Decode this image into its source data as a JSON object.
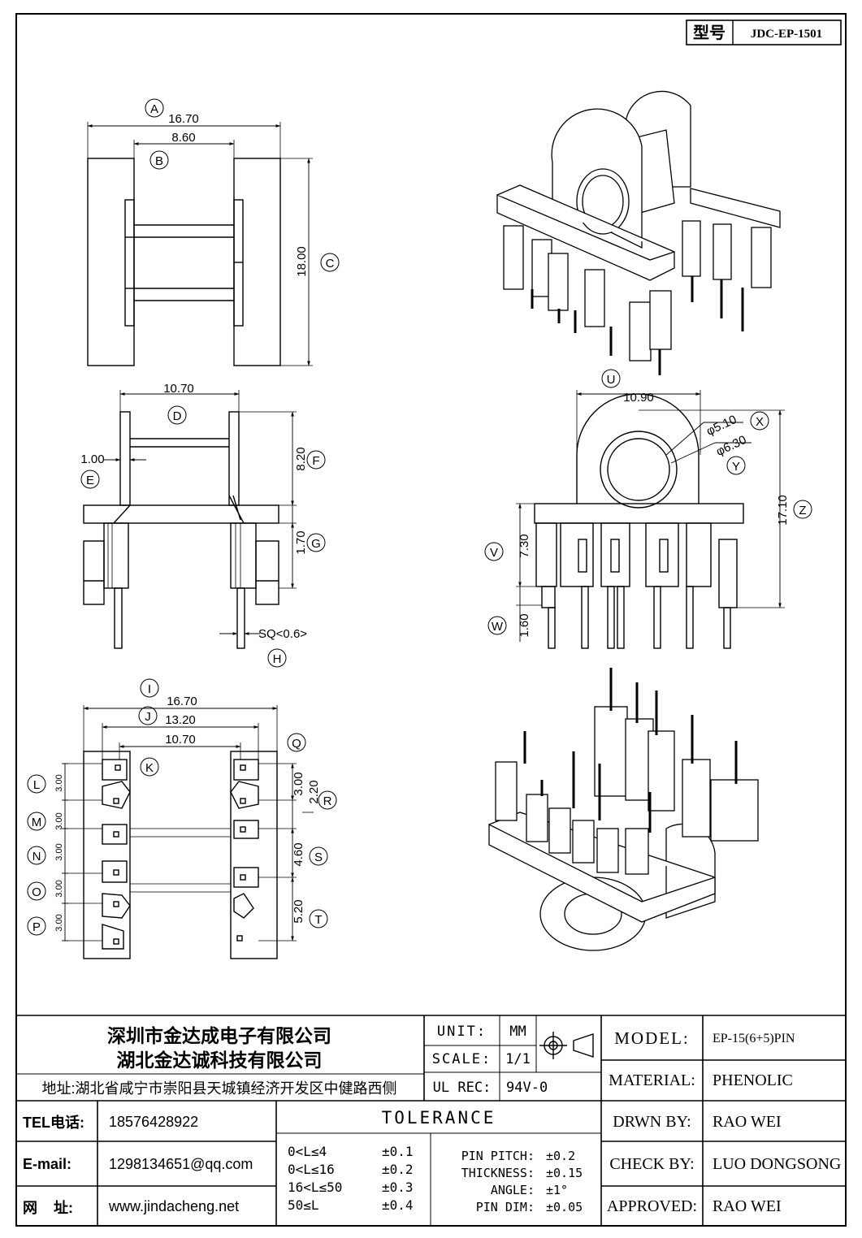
{
  "title_block": {
    "model_label": "型号",
    "model_value": "JDC-EP-1501"
  },
  "views": {
    "top_view": {
      "dims": [
        {
          "letter": "A",
          "value": "16.70"
        },
        {
          "letter": "B",
          "value": "8.60"
        },
        {
          "letter": "C",
          "value": "18.00"
        }
      ]
    },
    "side_view": {
      "dims": [
        {
          "letter": "D",
          "value": "10.70"
        },
        {
          "letter": "E",
          "value": "1.00"
        },
        {
          "letter": "F",
          "value": "8.20"
        },
        {
          "letter": "G",
          "value": "1.70"
        },
        {
          "letter": "H",
          "value": "SQ<0.6>"
        }
      ]
    },
    "front_view": {
      "dims": [
        {
          "letter": "U",
          "value": "10.90"
        },
        {
          "letter": "X",
          "value": "φ5.10"
        },
        {
          "letter": "Y",
          "value": "φ6.30"
        },
        {
          "letter": "Z",
          "value": "17.10"
        },
        {
          "letter": "V",
          "value": "7.30"
        },
        {
          "letter": "W",
          "value": "1.60"
        }
      ]
    },
    "bottom_view": {
      "dims": [
        {
          "letter": "I",
          "value": "16.70"
        },
        {
          "letter": "J",
          "value": "13.20"
        },
        {
          "letter": "K",
          "value": "10.70"
        },
        {
          "letter": "Q",
          "value": ""
        },
        {
          "letter": "R",
          "value": "2.20"
        },
        {
          "letter": "S",
          "value": "4.60"
        },
        {
          "letter": "T",
          "value": "5.20"
        },
        {
          "letter": "L",
          "value": "3.00"
        },
        {
          "letter": "M",
          "value": "3.00"
        },
        {
          "letter": "N",
          "value": "3.00"
        },
        {
          "letter": "O",
          "value": "3.00"
        },
        {
          "letter": "P",
          "value": "3.00"
        }
      ],
      "right_pitch": "3.00"
    }
  },
  "footer": {
    "company_1": "深圳市金达成电子有限公司",
    "company_2": "湖北金达诚科技有限公司",
    "address": "地址:湖北省咸宁市崇阳县天城镇经济开发区中健路西侧",
    "tel_label": "TEL电话:",
    "tel_value": "18576428922",
    "email_label": "E-mail:",
    "email_value": "1298134651@qq.com",
    "web_label": "网    址:",
    "web_value": "www.jindacheng.net",
    "unit_label": "UNIT:",
    "unit_value": "MM",
    "scale_label": "SCALE:",
    "scale_value": "1/1",
    "ulrec_label": "UL REC:",
    "ulrec_value": "94V-0",
    "tolerance_title": "TOLERANCE",
    "tolerance_rows": [
      {
        "range": "0<L≤4",
        "tol": "±0.1"
      },
      {
        "range": "0<L≤16",
        "tol": "±0.2"
      },
      {
        "range": "16<L≤50",
        "tol": "±0.3"
      },
      {
        "range": "50≤L",
        "tol": "±0.4"
      }
    ],
    "pin_rows": [
      {
        "label": "PIN PITCH:",
        "tol": "±0.2"
      },
      {
        "label": "THICKNESS:",
        "tol": "±0.15"
      },
      {
        "label": "ANGLE:",
        "tol": "±1°"
      },
      {
        "label": "PIN DIM:",
        "tol": "±0.05"
      }
    ],
    "model_label": "MODEL:",
    "model_value": "EP-15(6+5)PIN",
    "material_label": "MATERIAL:",
    "material_value": "PHENOLIC",
    "drawn_label": "DRWN BY:",
    "drawn_value": "RAO WEI",
    "check_label": "CHECK BY:",
    "check_value": "LUO DONGSONG",
    "approved_label": "APPROVED:",
    "approved_value": "RAO WEI"
  }
}
